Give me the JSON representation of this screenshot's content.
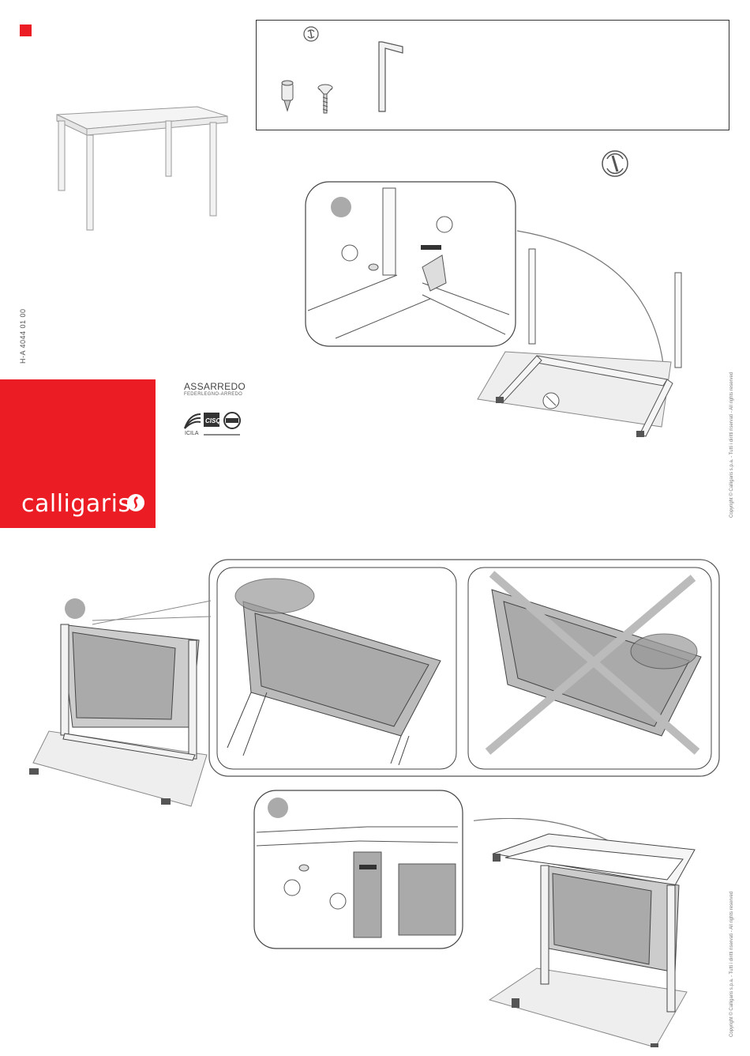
{
  "document": {
    "code": "H-A 4044 01 00",
    "brand": {
      "name": "calligaris",
      "logo_icon": "calligaris-logo-icon",
      "panel_color": "#ec1c24"
    },
    "certifications": {
      "assarredo": "ASSARREDO",
      "assarredo_sub": "FEDERLEGNO-ARREDO",
      "cisq": "CISQ",
      "icila": "ICILA"
    },
    "copyright": "Copyright © Calligaris s.p.a. - Tutti i diritti riservati - All rights reserved",
    "accent_color": "#ec1c24"
  },
  "parts": [
    {
      "icon": "rotate-screw-icon"
    },
    {
      "icon": "leveling-foot-icon"
    },
    {
      "icon": "screw-icon"
    },
    {
      "icon": "allen-key-icon"
    }
  ],
  "steps": [
    {
      "icon": "step-marker-1"
    },
    {
      "icon": "step-marker-2"
    },
    {
      "icon": "step-marker-3"
    }
  ]
}
